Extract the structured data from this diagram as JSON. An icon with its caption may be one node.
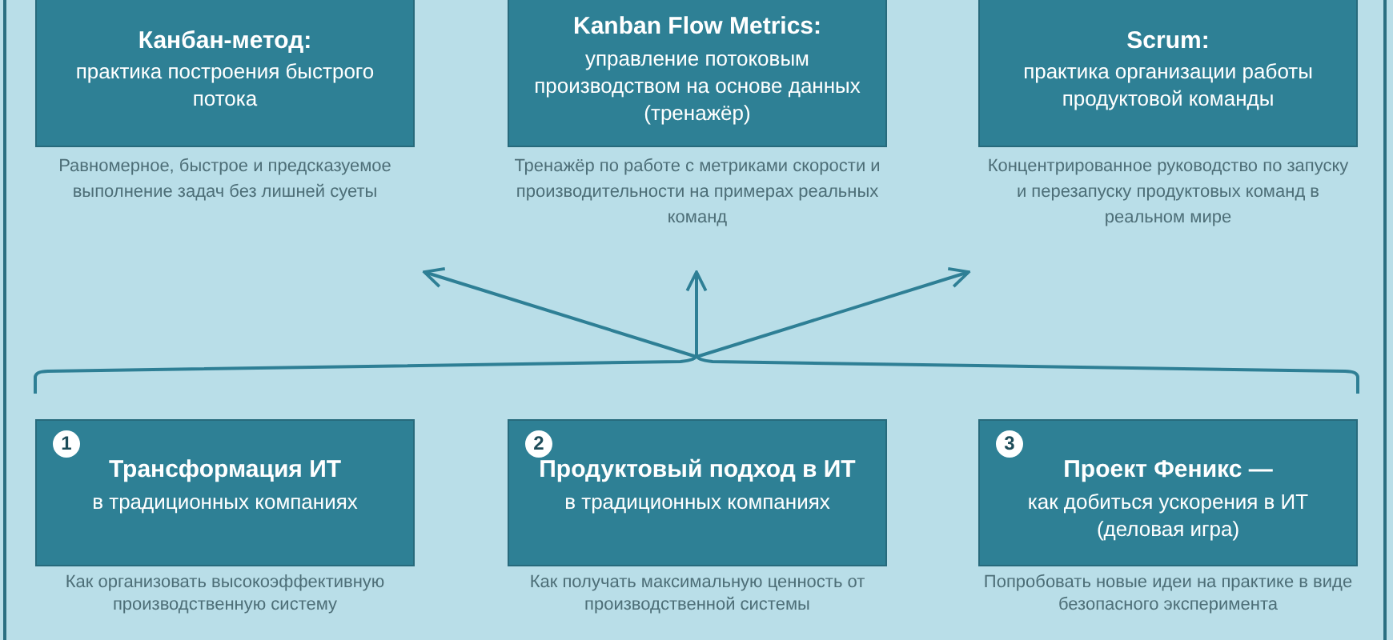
{
  "diagram": {
    "nodes": [
      {
        "text": [
          "Канбан-метод:",
          "практика построения быстрого потока"
        ],
        "beside": [
          "Равномерное, быстрое и предсказуемое выполнение задач без лишней суеты"
        ]
      },
      {
        "text": [
          "Kanban Flow Metrics:",
          "управление потоковым производством на основе данных (тренажёр)"
        ],
        "beside": [
          "Тренажёр по работе с метриками скорости и производительности на примерах реальных команд"
        ]
      },
      {
        "text": [
          "Scrum:",
          "практика организации работы продуктовой команды"
        ],
        "beside": [
          "Концентрированное руководство по запуску и перезапуску продуктовых команд в реальном мире"
        ]
      },
      {
        "text": [
          "1",
          "Трансформация ИТ",
          "в традиционных компаниях"
        ],
        "beside": [
          "Как организовать высокоэффективную производственную систему"
        ]
      },
      {
        "text": [
          "2",
          "Продуктовый подход в ИТ",
          "в традиционных компаниях"
        ],
        "beside": [
          "Как получать максимальную ценность от производственной системы"
        ]
      },
      {
        "text": [
          "3",
          "Проект Феникс —",
          "как добиться ускорения в ИТ (деловая игра)"
        ],
        "beside": [
          "Попробовать новые идеи на практике в виде безопасного эксперимента"
        ]
      },
      {
        "text": [],
        "shape": "brace"
      }
    ],
    "edges": [
      {
        "from": 6,
        "to": 0,
        "arrow": "to"
      },
      {
        "from": 6,
        "to": 1,
        "arrow": "to"
      },
      {
        "from": 6,
        "to": 2,
        "arrow": "to"
      }
    ]
  }
}
